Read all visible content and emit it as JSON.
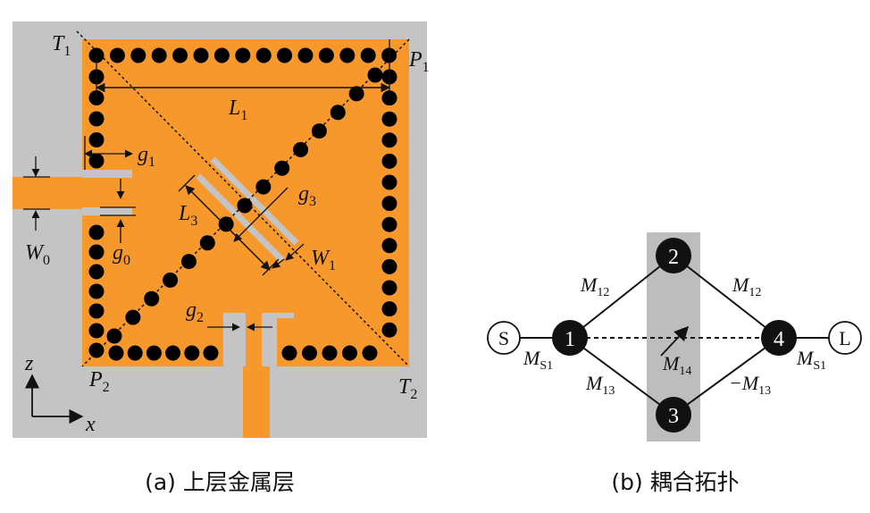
{
  "colors": {
    "substrate": "#c4c4c4",
    "metal": "#f7982c",
    "via": "#000000",
    "slot": "#c4c4c4",
    "node_fill": "#111111",
    "highlight": "#bdbdbd"
  },
  "panel_a": {
    "labels": {
      "T1": "T",
      "T1_sub": "1",
      "P1": "P",
      "P1_sub": "1",
      "P2": "P",
      "P2_sub": "2",
      "T2": "T",
      "T2_sub": "2",
      "L1": "L",
      "L1_sub": "1",
      "L3": "L",
      "L3_sub": "3",
      "g0": "g",
      "g0_sub": "0",
      "g1": "g",
      "g1_sub": "1",
      "g2": "g",
      "g2_sub": "2",
      "g3": "g",
      "g3_sub": "3",
      "W0": "W",
      "W0_sub": "0",
      "W1": "W",
      "W1_sub": "1",
      "axis_z": "z",
      "axis_x": "x"
    },
    "caption": "(a) 上层金属层"
  },
  "panel_b": {
    "nodes": [
      "1",
      "2",
      "3",
      "4"
    ],
    "source": "S",
    "load": "L",
    "couplings": {
      "m12_left": "M",
      "m12_left_sub": "12",
      "m12_right": "M",
      "m12_right_sub": "12",
      "m13_left": "M",
      "m13_left_sub": "13",
      "m13_right": "−M",
      "m13_right_sub": "13",
      "m14": "M",
      "m14_sub": "14",
      "ms1_left": "M",
      "ms1_left_sub": "S1",
      "ms1_right": "M",
      "ms1_right_sub": "S1"
    },
    "caption": "(b) 耦合拓扑"
  }
}
